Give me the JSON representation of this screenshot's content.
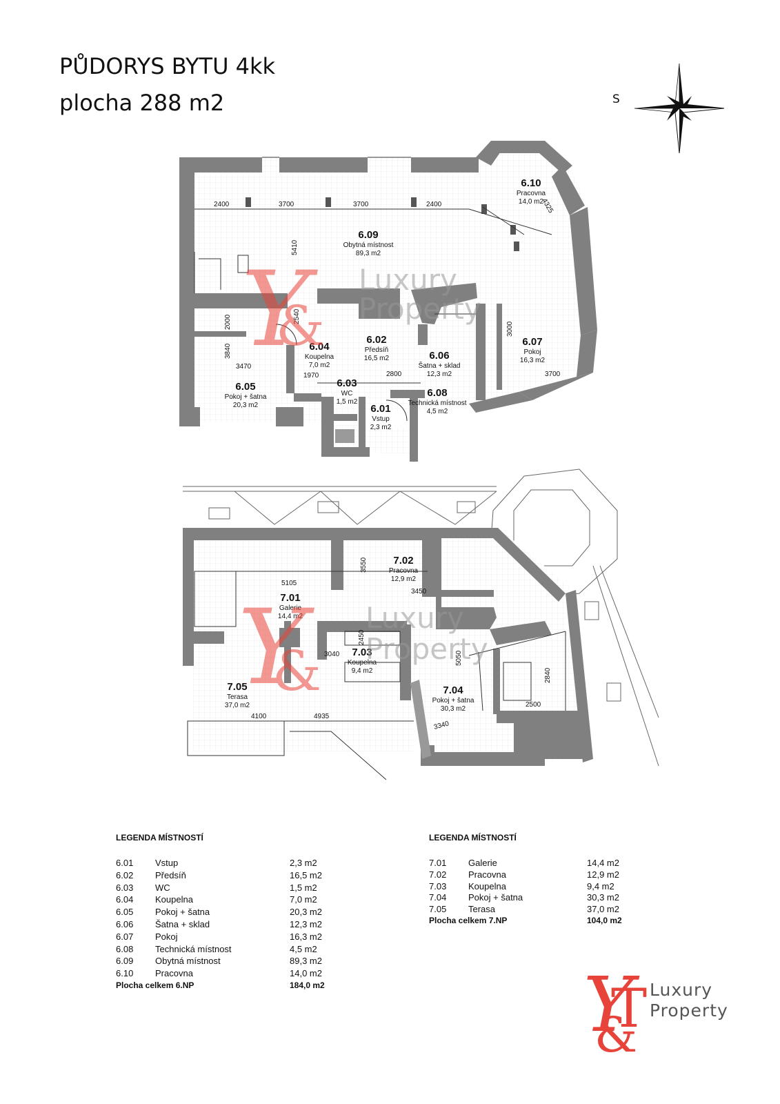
{
  "title": {
    "line1": "PŮDORYS BYTU 4kk",
    "line2": "plocha 288 m2"
  },
  "compass": {
    "letter": "S"
  },
  "floor6": {
    "rooms": [
      {
        "num": "6.01",
        "name": "Vstup",
        "area": "2,3 m2"
      },
      {
        "num": "6.02",
        "name": "Předsíň",
        "area": "16,5 m2"
      },
      {
        "num": "6.03",
        "name": "WC",
        "area": "1,5 m2"
      },
      {
        "num": "6.04",
        "name": "Koupelna",
        "area": "7,0 m2"
      },
      {
        "num": "6.05",
        "name": "Pokoj + šatna",
        "area": "20,3 m2"
      },
      {
        "num": "6.06",
        "name": "Šatna + sklad",
        "area": "12,3 m2"
      },
      {
        "num": "6.07",
        "name": "Pokoj",
        "area": "16,3 m2"
      },
      {
        "num": "6.08",
        "name": "Technická místnost",
        "area": "4,5 m2"
      },
      {
        "num": "6.09",
        "name": "Obytná místnost",
        "area": "89,3 m2"
      },
      {
        "num": "6.10",
        "name": "Pracovna",
        "area": "14,0 m2"
      }
    ],
    "dims": [
      "2400",
      "3700",
      "3700",
      "2400",
      "4325",
      "5410",
      "2540",
      "2000",
      "3840",
      "3470",
      "1970",
      "2800",
      "3000",
      "3700"
    ]
  },
  "floor7": {
    "rooms": [
      {
        "num": "7.01",
        "name": "Galerie",
        "area": "14,4 m2"
      },
      {
        "num": "7.02",
        "name": "Pracovna",
        "area": "12,9 m2"
      },
      {
        "num": "7.03",
        "name": "Koupelna",
        "area": "9,4 m2"
      },
      {
        "num": "7.04",
        "name": "Pokoj + šatna",
        "area": "30,3 m2"
      },
      {
        "num": "7.05",
        "name": "Terasa",
        "area": "37,0 m2"
      }
    ],
    "dims": [
      "5105",
      "3550",
      "3450",
      "2450",
      "3040",
      "5050",
      "2840",
      "2500",
      "3340",
      "4100",
      "4935"
    ]
  },
  "watermark": {
    "line1": "Luxury",
    "line2": "Property"
  },
  "legend6": {
    "heading": "LEGENDA MÍSTNOSTÍ",
    "rows": [
      {
        "num": "6.01",
        "name": "Vstup",
        "area": "2,3 m2"
      },
      {
        "num": "6.02",
        "name": "Předsíň",
        "area": "16,5 m2"
      },
      {
        "num": "6.03",
        "name": "WC",
        "area": "1,5 m2"
      },
      {
        "num": "6.04",
        "name": "Koupelna",
        "area": "7,0 m2"
      },
      {
        "num": "6.05",
        "name": "Pokoj + šatna",
        "area": "20,3 m2"
      },
      {
        "num": "6.06",
        "name": "Šatna + sklad",
        "area": "12,3 m2"
      },
      {
        "num": "6.07",
        "name": "Pokoj",
        "area": "16,3 m2"
      },
      {
        "num": "6.08",
        "name": "Technická místnost",
        "area": "4,5 m2"
      },
      {
        "num": "6.09",
        "name": "Obytná místnost",
        "area": "89,3 m2"
      },
      {
        "num": "6.10",
        "name": "Pracovna",
        "area": "14,0 m2"
      }
    ],
    "total_label": "Plocha celkem 6.NP",
    "total_value": "184,0 m2"
  },
  "legend7": {
    "heading": "LEGENDA MÍSTNOSTÍ",
    "rows": [
      {
        "num": "7.01",
        "name": "Galerie",
        "area": "14,4 m2"
      },
      {
        "num": "7.02",
        "name": "Pracovna",
        "area": "12,9 m2"
      },
      {
        "num": "7.03",
        "name": "Koupelna",
        "area": "9,4 m2"
      },
      {
        "num": "7.04",
        "name": "Pokoj + šatna",
        "area": "30,3 m2"
      },
      {
        "num": "7.05",
        "name": "Terasa",
        "area": "37,0 m2"
      }
    ],
    "total_label": "Plocha celkem 7.NP",
    "total_value": "104,0 m2"
  },
  "logo": {
    "line1": "Luxury",
    "line2": "Property"
  },
  "colors": {
    "wall": "#808080",
    "brand_red": "#e8433a",
    "text": "#111111",
    "logo_text": "#555555"
  }
}
